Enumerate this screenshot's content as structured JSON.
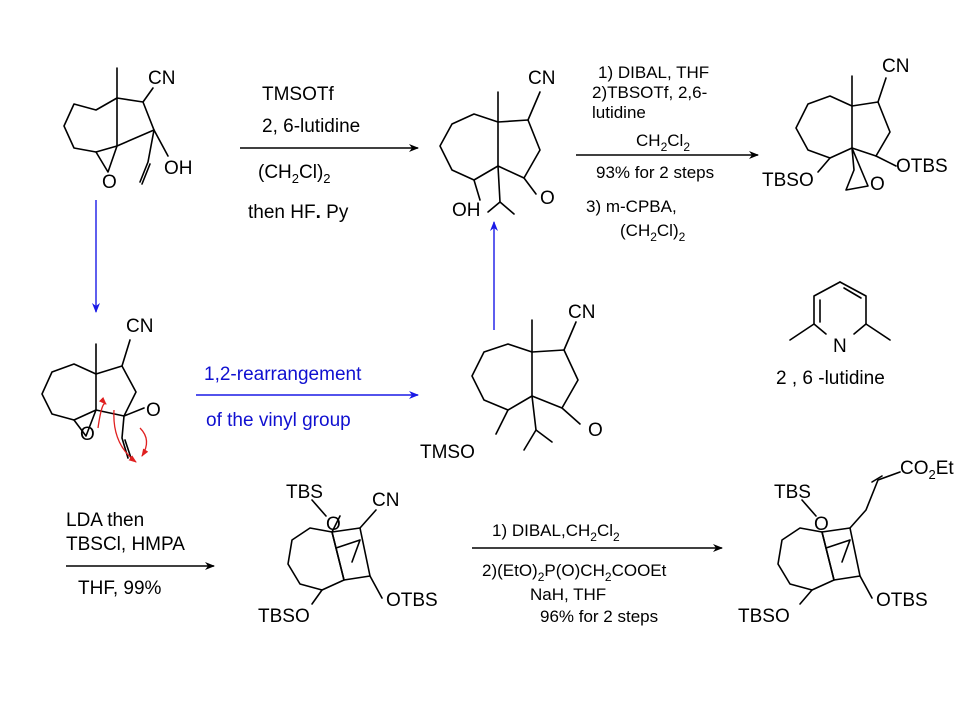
{
  "colors": {
    "background": "#ffffff",
    "ink": "#000000",
    "blue_arrow": "#1a1ae6",
    "red_arrow": "#e02020"
  },
  "compound_labels": {
    "c1": [
      "CN",
      "OH",
      "O"
    ],
    "c2": [
      "CN",
      "OH",
      "O"
    ],
    "c3": [
      "CN",
      "TBSO",
      "OTBS",
      "O"
    ],
    "c4": [
      "CN",
      "O",
      "O"
    ],
    "c5": [
      "CN",
      "TMSO",
      "O"
    ],
    "c6": [
      "TBS",
      "O",
      "CN",
      "TBSO",
      "OTBS"
    ],
    "c7": [
      "CO",
      "2",
      "Et",
      "TBS",
      "O",
      "TBSO",
      "OTBS"
    ],
    "lutidine": {
      "N": "N",
      "name": "2 , 6 -lutidine"
    }
  },
  "step1": {
    "lines": [
      "TMSOTf",
      "2, 6-lutidine",
      "(CH",
      "2",
      "Cl)",
      "2",
      "then HF",
      ".",
      " Py"
    ]
  },
  "step2": {
    "lines": [
      "1) DIBAL, THF",
      "2)TBSOTf, 2,6-",
      "lutidine",
      "CH",
      "2",
      "Cl",
      "2",
      "93% for 2 steps",
      "3) m-CPBA,",
      "(CH",
      "2",
      "Cl)",
      "2"
    ]
  },
  "rearrangement": {
    "line1": "1,2-rearrangement",
    "line2": "of the vinyl group"
  },
  "step3": {
    "lines": [
      "LDA then",
      "TBSCl, HMPA",
      "THF, 99%"
    ]
  },
  "step4": {
    "lines": [
      "1) DIBAL,CH",
      "2",
      "Cl",
      "2",
      "2)(EtO)",
      "2",
      "P(O)CH",
      "2",
      "COOEt",
      "NaH, THF",
      "96% for 2 steps"
    ]
  }
}
